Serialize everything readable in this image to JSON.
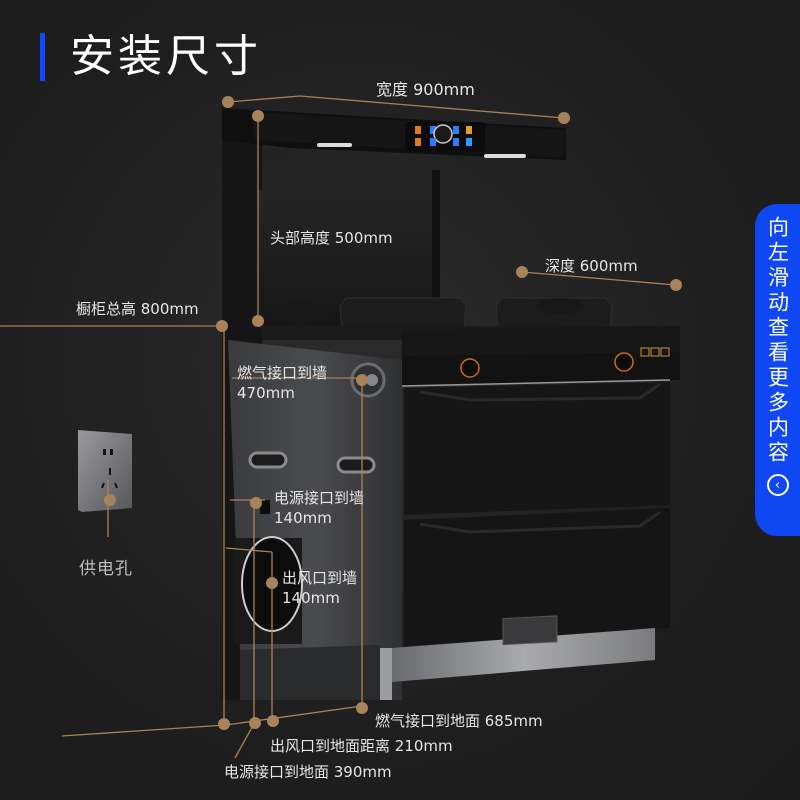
{
  "page": {
    "title": "安装尺寸",
    "accent_color": "#1048ff",
    "dimension_line_color": "#a8825a"
  },
  "dimensions": {
    "width": "宽度 900mm",
    "head_height": "头部高度 500mm",
    "depth": "深度 600mm",
    "cabinet_height": "橱柜总高 800mm",
    "gas_to_wall_label": "燃气接口到墙",
    "gas_to_wall_value": "470mm",
    "power_to_wall_label": "电源接口到墙",
    "power_to_wall_value": "140mm",
    "vent_to_wall_label": "出风口到墙",
    "vent_to_wall_value": "140mm",
    "gas_to_floor": "燃气接口到地面 685mm",
    "vent_to_floor": "出风口到地面距离 210mm",
    "power_to_floor": "电源接口到地面 390mm"
  },
  "socket": {
    "label": "供电孔"
  },
  "swipe_hint": {
    "text": "向左滑动查看更多内容",
    "icon": "chevron-left-circle-icon",
    "color": "#0f47f2"
  }
}
